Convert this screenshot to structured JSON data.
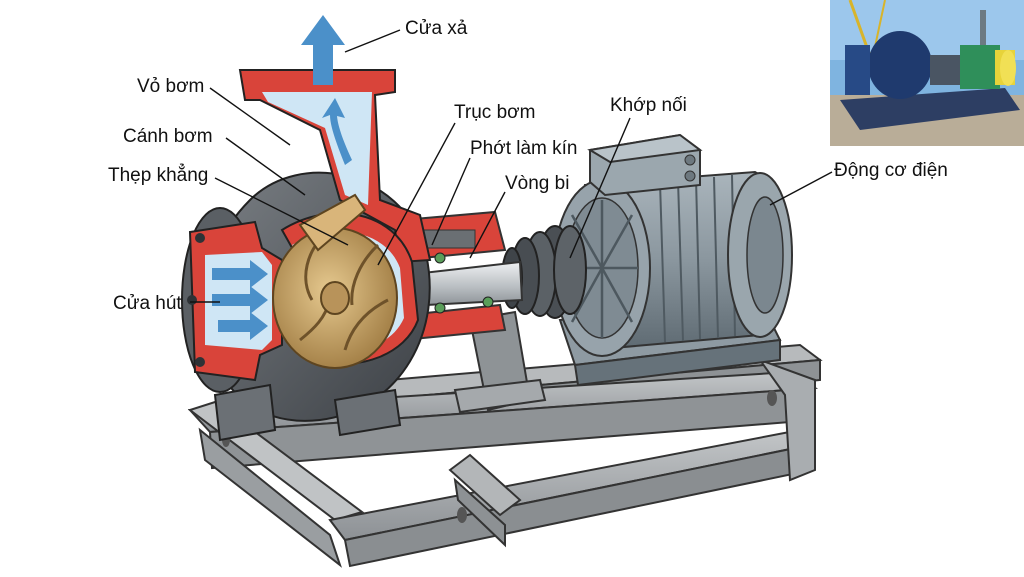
{
  "diagram": {
    "labels": {
      "discharge": "Cửa xả",
      "casing": "Vỏ bơm",
      "impeller": "Cánh bơm",
      "volute": "Thẹp khẳng",
      "suction": "Cửa hút",
      "shaft": "Trục bơm",
      "seal": "Phớt làm kín",
      "coupling": "Khớp nối",
      "bearing": "Vòng bi",
      "motor": "Động cơ điện"
    }
  },
  "colors": {
    "casing_red": "#d9443a",
    "casing_gray": "#5f6368",
    "fluid_blue": "#cfe6f5",
    "arrow_blue": "#4b90c9",
    "impeller_bronze": "#c8a46a",
    "motor_gray": "#8a969e",
    "frame_gray": "#a7abae",
    "shaft_silver": "#c9cdd0"
  }
}
